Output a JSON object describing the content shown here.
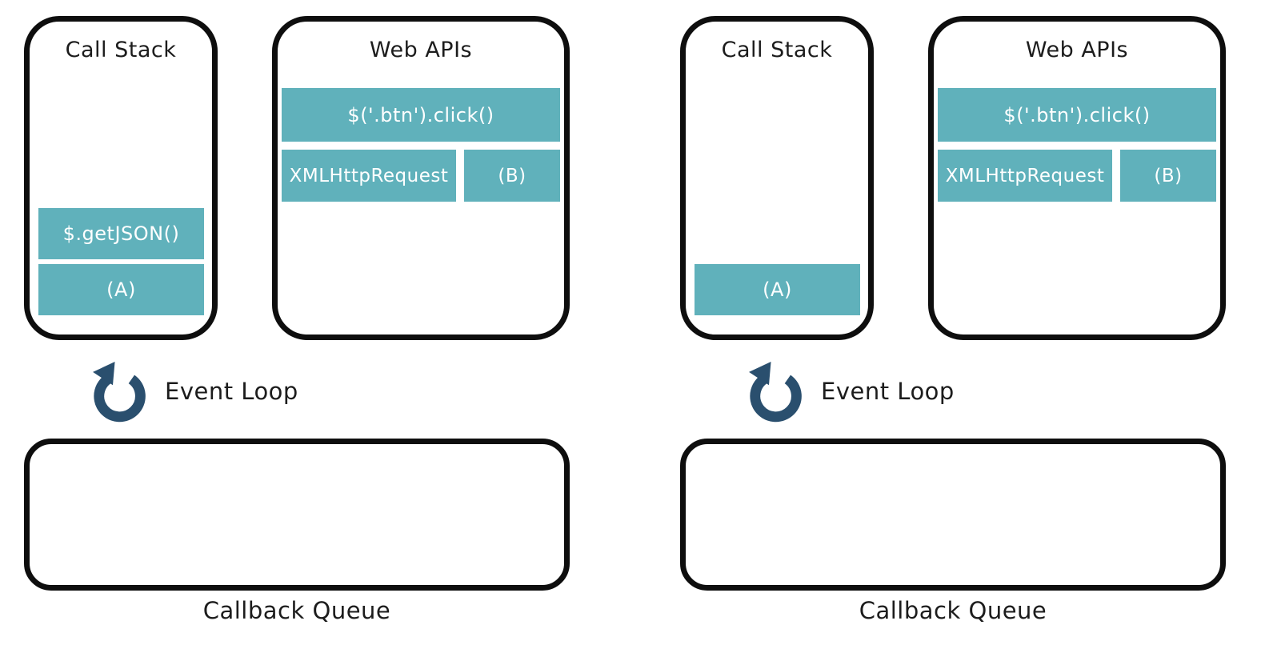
{
  "colors": {
    "teal": "#60b1bb",
    "navy": "#2a4f6e",
    "outline": "#0e0e0e",
    "title_text": "#1c1c1c",
    "block_text": "#ffffff",
    "background": "#ffffff"
  },
  "panels": [
    {
      "call_stack": {
        "title": "Call Stack",
        "frames": [
          "$.getJSON()",
          "(A)"
        ]
      },
      "web_apis": {
        "title": "Web APIs",
        "full_width_task": "$('.btn').click()",
        "tasks": [
          "XMLHttpRequest",
          "(B)"
        ]
      },
      "event_loop": {
        "label": "Event Loop",
        "icon": "circular-arrow-icon"
      },
      "callback_queue": {
        "label": "Callback Queue",
        "items": []
      }
    },
    {
      "call_stack": {
        "title": "Call Stack",
        "frames": [
          "(A)"
        ]
      },
      "web_apis": {
        "title": "Web APIs",
        "full_width_task": "$('.btn').click()",
        "tasks": [
          "XMLHttpRequest",
          "(B)"
        ]
      },
      "event_loop": {
        "label": "Event Loop",
        "icon": "circular-arrow-icon"
      },
      "callback_queue": {
        "label": "Callback Queue",
        "items": []
      }
    }
  ]
}
